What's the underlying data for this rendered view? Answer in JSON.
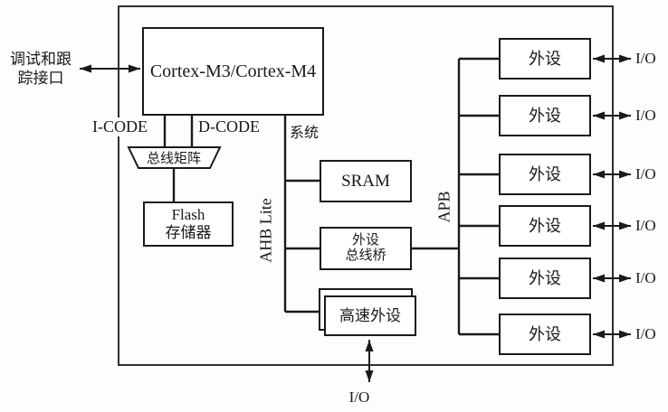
{
  "colors": {
    "line": "#1a1a1a",
    "background": "#fdfdfd",
    "box_fill": "#ffffff"
  },
  "chip": {
    "cpu_label": "Cortex-M3/Cortex-M4",
    "debug_label_line1": "调试和跟",
    "debug_label_line2": "踪接口",
    "icode_label": "I-CODE",
    "dcode_label": "D-CODE",
    "system_label": "系统",
    "bus_matrix_label": "总线矩阵",
    "flash_line1": "Flash",
    "flash_line2": "存储器",
    "ahb_label": "AHB Lite",
    "sram_label": "SRAM",
    "bridge_line1": "外设",
    "bridge_line2": "总线桥",
    "high_speed_label": "高速外设",
    "apb_label": "APB",
    "bottom_io_label": "I/O",
    "peripherals": [
      {
        "label": "外设",
        "io": "I/O"
      },
      {
        "label": "外设",
        "io": "I/O"
      },
      {
        "label": "外设",
        "io": "I/O"
      },
      {
        "label": "外设",
        "io": "I/O"
      },
      {
        "label": "外设",
        "io": "I/O"
      },
      {
        "label": "外设",
        "io": "I/O"
      }
    ]
  }
}
